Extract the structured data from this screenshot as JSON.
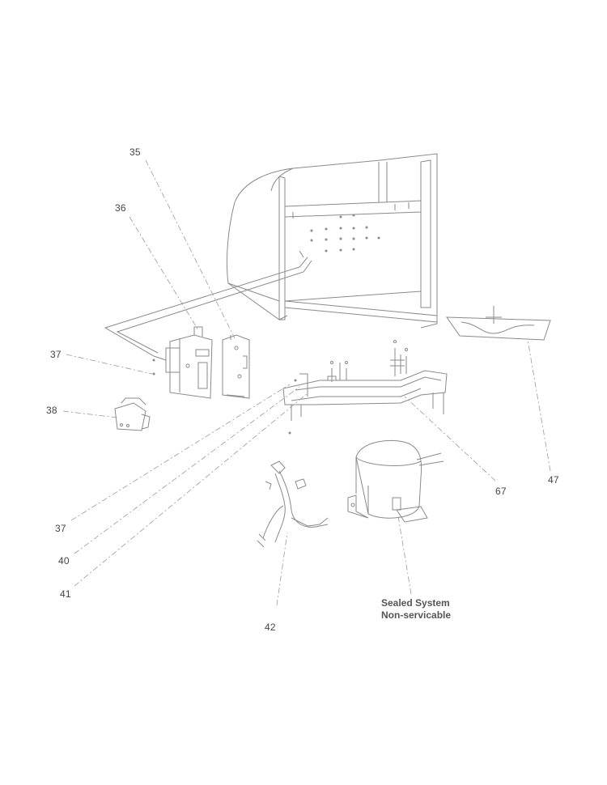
{
  "callouts": {
    "c35": "35",
    "c36": "36",
    "c37a": "37",
    "c38": "38",
    "c37b": "37",
    "c40": "40",
    "c41": "41",
    "c42": "42",
    "c67": "67",
    "c47": "47"
  },
  "note": {
    "line1": "Sealed System",
    "line2": "Non-servicable"
  },
  "colors": {
    "line": "#8a8a8a",
    "label": "#444444"
  }
}
